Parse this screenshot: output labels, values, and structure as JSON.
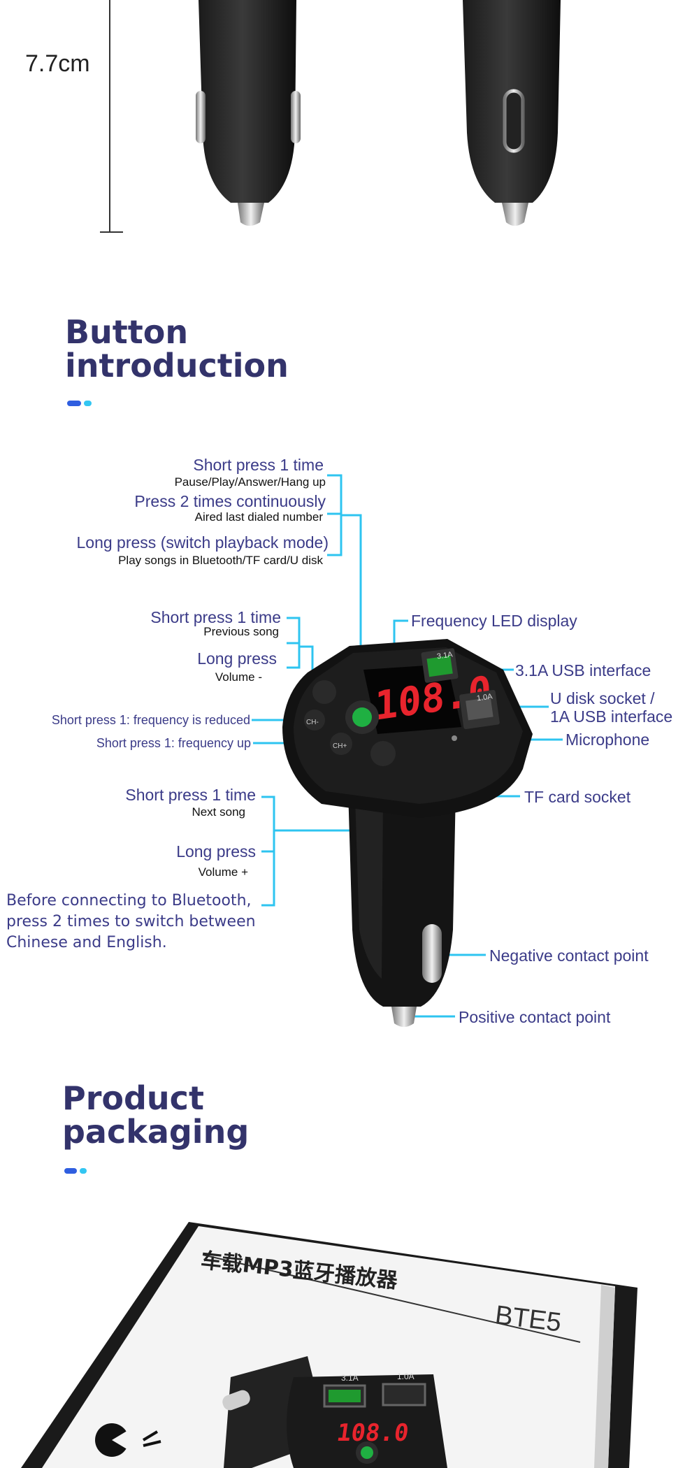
{
  "dimension": {
    "height_label": "7.7cm"
  },
  "button_section": {
    "title_line1": "Button",
    "title_line2": "introduction",
    "play_button": {
      "short_press": "Short press 1 time",
      "short_press_desc": "Pause/Play/Answer/Hang up",
      "double_press": "Press 2 times continuously",
      "double_press_desc": "Aired last dialed number",
      "long_press": "Long press (switch playback mode)",
      "long_press_desc": "Play songs in Bluetooth/TF card/U disk"
    },
    "prev_button": {
      "short_press": "Short press 1 time",
      "short_press_desc": "Previous song",
      "long_press": "Long press",
      "long_press_desc": "Volume -"
    },
    "ch_minus": "Short press 1: frequency is reduced",
    "ch_plus": "Short press 1: frequency up",
    "next_button": {
      "short_press": "Short press 1 time",
      "short_press_desc": "Next song",
      "long_press": "Long press",
      "long_press_desc": "Volume +"
    },
    "language_note": "Before connecting to Bluetooth, press 2 times to switch between Chinese and English.",
    "right_labels": {
      "led": "Frequency LED display",
      "usb31": "3.1A USB interface",
      "udisk_line1": "U disk socket /",
      "udisk_line2": "1A USB interface",
      "mic": "Microphone",
      "tf": "TF card socket",
      "negative": "Negative contact point",
      "positive": "Positive contact point"
    },
    "device": {
      "display": "108.0",
      "port_a": "3.1A",
      "port_b": "1.0A",
      "ch_minus_key": "CH-",
      "ch_plus_key": "CH+"
    }
  },
  "packaging_section": {
    "title_line1": "Product",
    "title_line2": "packaging",
    "box_title": "车载MP3蓝牙播放器",
    "box_model": "BTE5",
    "box_display": "108.0",
    "box_port_a": "3.1A",
    "box_port_b": "1.0A"
  },
  "colors": {
    "title": "#33336b",
    "label": "#3b3b88",
    "line": "#2ec4f0",
    "led": "#e8242d",
    "dot_primary": "#2f5ee0",
    "dot_secondary": "#33c6f2"
  }
}
